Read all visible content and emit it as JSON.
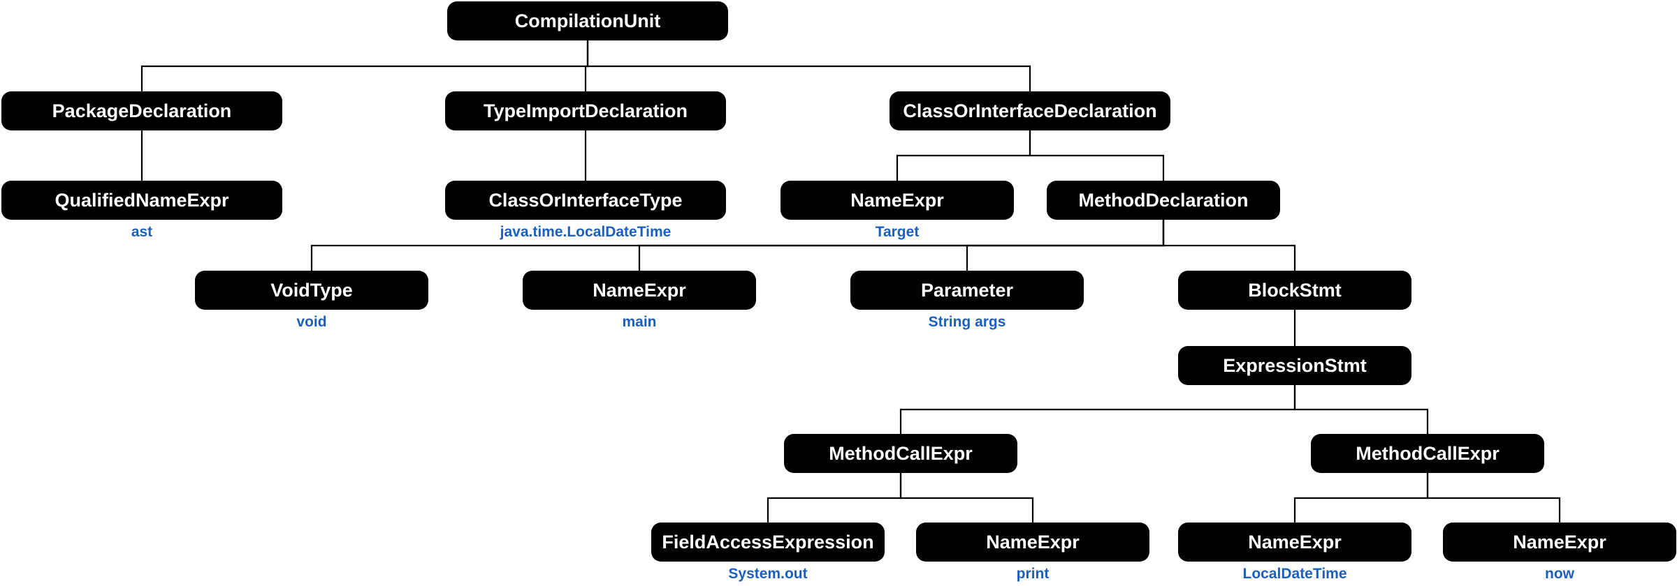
{
  "colors": {
    "node_fill": "#000000",
    "node_text": "#ffffff",
    "value_text": "#1b5fc1",
    "edge": "#000000"
  },
  "nodes": [
    {
      "id": "n0",
      "label": "CompilationUnit",
      "value": ""
    },
    {
      "id": "n1",
      "label": "PackageDeclaration",
      "value": ""
    },
    {
      "id": "n2",
      "label": "TypeImportDeclaration",
      "value": ""
    },
    {
      "id": "n3",
      "label": "ClassOrInterfaceDeclaration",
      "value": ""
    },
    {
      "id": "n4",
      "label": "QualifiedNameExpr",
      "value": "ast"
    },
    {
      "id": "n5",
      "label": "ClassOrInterfaceType",
      "value": "java.time.LocalDateTime"
    },
    {
      "id": "n6",
      "label": "NameExpr",
      "value": "Target"
    },
    {
      "id": "n7",
      "label": "MethodDeclaration",
      "value": ""
    },
    {
      "id": "n8",
      "label": "VoidType",
      "value": "void"
    },
    {
      "id": "n9",
      "label": "NameExpr",
      "value": "main"
    },
    {
      "id": "n10",
      "label": "Parameter",
      "value": "String args"
    },
    {
      "id": "n11",
      "label": "BlockStmt",
      "value": ""
    },
    {
      "id": "n12",
      "label": "ExpressionStmt",
      "value": ""
    },
    {
      "id": "n13",
      "label": "MethodCallExpr",
      "value": ""
    },
    {
      "id": "n14",
      "label": "MethodCallExpr",
      "value": ""
    },
    {
      "id": "n15",
      "label": "FieldAccessExpression",
      "value": "System.out"
    },
    {
      "id": "n16",
      "label": "NameExpr",
      "value": "print"
    },
    {
      "id": "n17",
      "label": "NameExpr",
      "value": "LocalDateTime"
    },
    {
      "id": "n18",
      "label": "NameExpr",
      "value": "now"
    }
  ],
  "edges": [
    [
      "n0",
      "n1"
    ],
    [
      "n0",
      "n2"
    ],
    [
      "n0",
      "n3"
    ],
    [
      "n1",
      "n4"
    ],
    [
      "n2",
      "n5"
    ],
    [
      "n3",
      "n6"
    ],
    [
      "n3",
      "n7"
    ],
    [
      "n7",
      "n8"
    ],
    [
      "n7",
      "n9"
    ],
    [
      "n7",
      "n10"
    ],
    [
      "n7",
      "n11"
    ],
    [
      "n11",
      "n12"
    ],
    [
      "n12",
      "n13"
    ],
    [
      "n12",
      "n14"
    ],
    [
      "n13",
      "n15"
    ],
    [
      "n13",
      "n16"
    ],
    [
      "n14",
      "n17"
    ],
    [
      "n14",
      "n18"
    ]
  ]
}
